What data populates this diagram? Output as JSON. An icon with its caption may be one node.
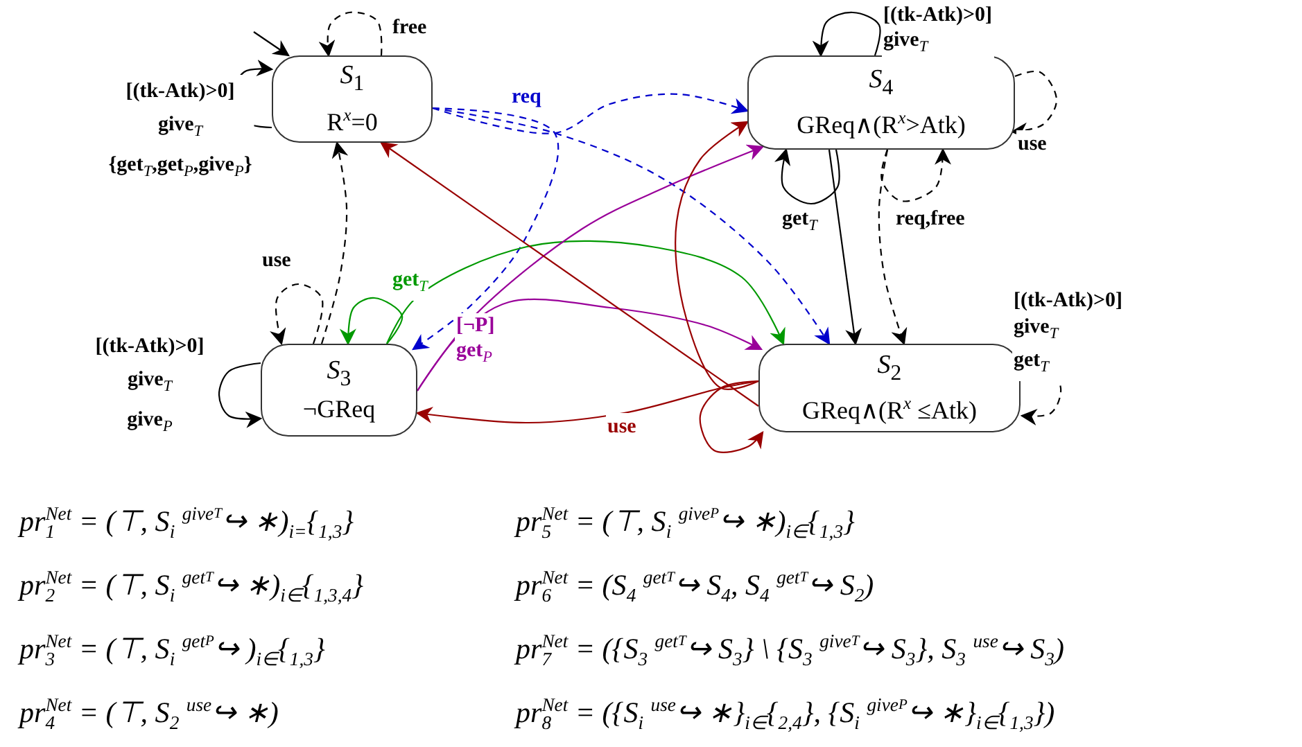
{
  "diagram": {
    "nodes": [
      {
        "text": [
          "S$_{1}$",
          "R$^{x}$=0"
        ]
      },
      {
        "text": [
          "S$_{4}$",
          "GReq∧(R$^{x}$>Atk)"
        ]
      },
      {
        "text": [
          "S$_{3}$",
          "¬GReq"
        ]
      },
      {
        "text": [
          "S$_{2}$",
          "GReq∧(R$^{x}$ ≤Atk)"
        ]
      }
    ],
    "edges": [
      {
        "from": null,
        "to": 0,
        "arrow": "to"
      },
      {
        "from": 0,
        "to": 0,
        "arrow": "to",
        "style": "dashed",
        "label": "free"
      },
      {
        "from": 0,
        "to": 0,
        "arrow": "to",
        "label": "[(tk-Atk)>0] give$_{T}$ {get$_{T}$,get$_{P}$,give$_{P}$}"
      },
      {
        "from": 0,
        "to": 1,
        "arrow": "to",
        "style": "dashed",
        "color": "#0000cc",
        "label": "req"
      },
      {
        "from": 0,
        "to": 2,
        "arrow": "to",
        "style": "dashed",
        "color": "#0000cc"
      },
      {
        "from": 0,
        "to": 3,
        "arrow": "to",
        "style": "dashed",
        "color": "#0000cc"
      },
      {
        "from": 2,
        "to": 0,
        "arrow": "to",
        "style": "dashed"
      },
      {
        "from": 2,
        "to": 2,
        "arrow": "to",
        "style": "dashed",
        "label": "use"
      },
      {
        "from": 2,
        "to": 2,
        "arrow": "to",
        "label": "[(tk-Atk)>0] give$_{T}$ give$_{P}$"
      },
      {
        "from": 2,
        "to": 2,
        "arrow": "to",
        "color": "#009900",
        "label": "get$_{T}$"
      },
      {
        "from": 2,
        "to": 3,
        "arrow": "to",
        "color": "#009900"
      },
      {
        "from": 2,
        "to": 1,
        "arrow": "to",
        "color": "#990099",
        "label": "[¬P] get$_{P}$"
      },
      {
        "from": 2,
        "to": 3,
        "arrow": "to",
        "color": "#990099"
      },
      {
        "from": 3,
        "to": 0,
        "arrow": "to",
        "color": "#990000"
      },
      {
        "from": 3,
        "to": 2,
        "arrow": "to",
        "color": "#990000",
        "label": "use"
      },
      {
        "from": 3,
        "to": 1,
        "arrow": "to",
        "color": "#990000"
      },
      {
        "from": 3,
        "to": 3,
        "arrow": "to",
        "color": "#990000"
      },
      {
        "from": 1,
        "to": 1,
        "arrow": "to",
        "label": "[(tk-Atk)>0] give$_{T}$"
      },
      {
        "from": 1,
        "to": 1,
        "arrow": "to",
        "style": "dashed",
        "label": "use"
      },
      {
        "from": 1,
        "to": 1,
        "arrow": "to",
        "label": "get$_{T}$"
      },
      {
        "from": 1,
        "to": 3,
        "arrow": "to"
      },
      {
        "from": 1,
        "to": 1,
        "arrow": "to",
        "style": "dashed"
      },
      {
        "from": 1,
        "to": 3,
        "arrow": "to",
        "style": "dashed",
        "label": "req,free"
      },
      {
        "from": 3,
        "to": 3,
        "arrow": "to",
        "style": "dashed",
        "label": "[(tk-Atk)>0] give$_{T}$ get$_{T}$"
      }
    ],
    "labels": [
      "pr$_{1}$$^{Net}$ = (⊤, S$_{i}$ $^{give}$$_{T}$↪ ∗)$_{i=}${$_{1,3}$}",
      "pr$_{5}$$^{Net}$ = (⊤, S$_{i}$ $^{give}$$_{P}$↪ ∗)$_{i∈}${$_{1,3}$}",
      "pr$_{2}$$^{Net}$ = (⊤, S$_{i}$ $^{get}$$_{T}$↪ ∗)$_{i∈}${$_{1,3,4}$}",
      "pr$_{6}$$^{Net}$ = (S$_{4}$ $^{get}$$_{T}$↪ S$_{4}$, S$_{4}$ $^{get}$$_{T}$↪ S$_{2}$)",
      "pr$_{3}$$^{Net}$ = (⊤, S$_{i}$ $^{get}$$_{P}$↪ )$_{i∈}${$_{1,3}$}",
      "pr$_{7}$$^{Net}$ = ({S$_{3}$ $^{get}$$_{T}$↪ S$_{3}$} \\ {S$_{3}$ $^{give}$$_{T}$↪ S$_{3}$}, S$_{3}$ $^{use}$↪ S$_{3}$)",
      "pr$_{4}$$^{Net}$ = (⊤, S$_{2}$ $^{use}$↪ ∗)",
      "pr$_{8}$$^{Net}$ = ({S$_{i}$ $^{use}$↪ ∗}$_{i∈}${$_{2,4}$}, {S$_{i}$ $^{give}$$_{P}$↪ ∗}$_{i∈}${$_{1,3}$})"
    ]
  }
}
